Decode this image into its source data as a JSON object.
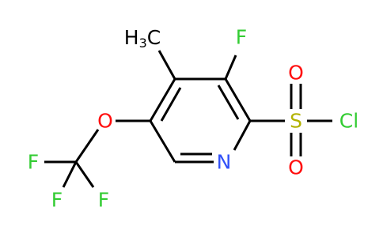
{
  "diagram": {
    "atoms": {
      "methyl_h": "H",
      "methyl_sub": "3",
      "methyl_c": "C",
      "fluorine_ring": "F",
      "sulfur": "S",
      "oxygen_top": "O",
      "oxygen_bottom": "O",
      "chlorine": "Cl",
      "nitrogen": "N",
      "oxygen_ether": "O",
      "fluorine_cf3_top": "F",
      "fluorine_cf3_left": "F",
      "fluorine_cf3_right": "F"
    },
    "colors": {
      "bond": "#000000",
      "fluorine": "#33cc33",
      "chlorine": "#33cc33",
      "oxygen": "#ff0d0d",
      "sulfur": "#b2b200",
      "nitrogen": "#3050f8",
      "carbon": "#000000"
    }
  }
}
